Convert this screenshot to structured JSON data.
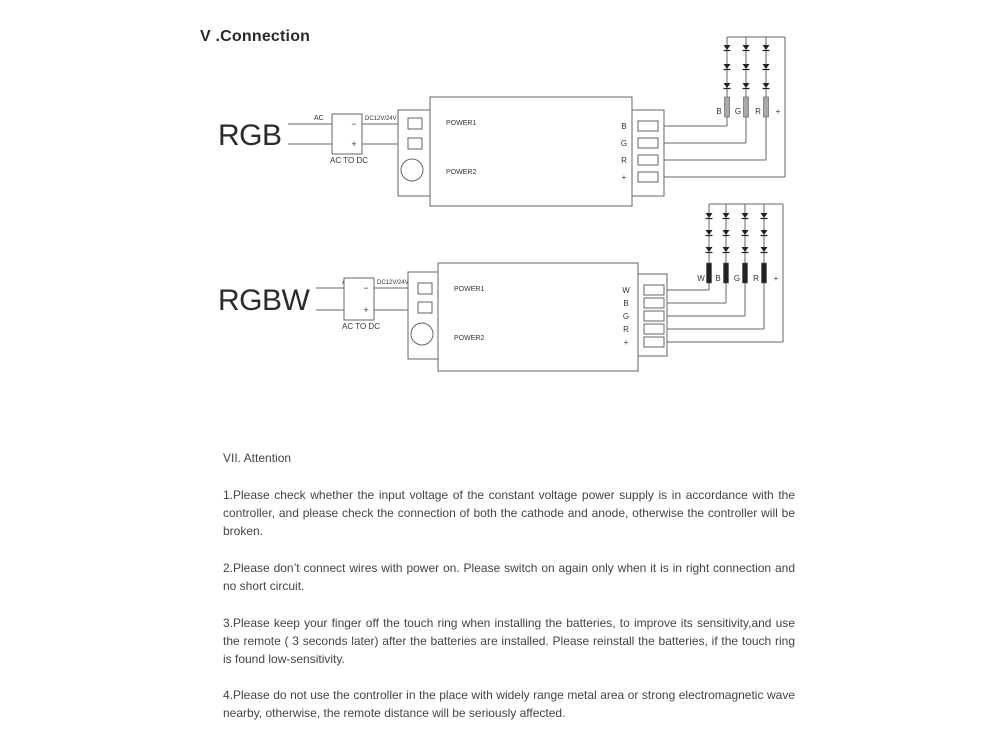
{
  "section_title": "V .Connection",
  "diagrams": [
    {
      "id": "rgb",
      "label": "RGB",
      "ac_label": "AC",
      "converter": {
        "label": "AC TO DC",
        "minus": "−",
        "plus": "+",
        "output_label": "DC12V/24V"
      },
      "controller": {
        "power1": "POWER1",
        "power2": "POWER2"
      },
      "outputs": [
        "B",
        "G",
        "R",
        "+"
      ],
      "led_channels": [
        "B",
        "G",
        "R"
      ],
      "common_label": "+",
      "strip_color": "#aaaaaa"
    },
    {
      "id": "rgbw",
      "label": "RGBW",
      "ac_label": "AC",
      "converter": {
        "label": "AC TO DC",
        "minus": "−",
        "plus": "+",
        "output_label": "DC12V/24V"
      },
      "controller": {
        "power1": "POWER1",
        "power2": "POWER2"
      },
      "outputs": [
        "W",
        "B",
        "G",
        "R",
        "+"
      ],
      "led_channels": [
        "W",
        "B",
        "G",
        "R"
      ],
      "common_label": "+",
      "strip_color": "#222222"
    }
  ],
  "attention": {
    "heading": "VII. Attention",
    "items": [
      "1.Please check whether the input voltage of the constant voltage power supply is in accordance with the controller, and please check the connection of both  the cathode and anode, otherwise the controller will be broken.",
      "2.Please don’t connect wires with power on. Please switch on again only when it is in right connection and no short circuit.",
      "3.Please keep your finger off the  touch  ring  when  installing  the  batteries,  to    improve its sensitivity,and use the remote ( 3 seconds later) after the batteries are installed.   Please reinstall the batteries, if the touch ring is found low-sensitivity.",
      "4.Please do not use the controller in the place with widely range metal  area  or  strong electromagnetic wave nearby, otherwise, the  remote  distance  will  be  seriously affected."
    ]
  }
}
